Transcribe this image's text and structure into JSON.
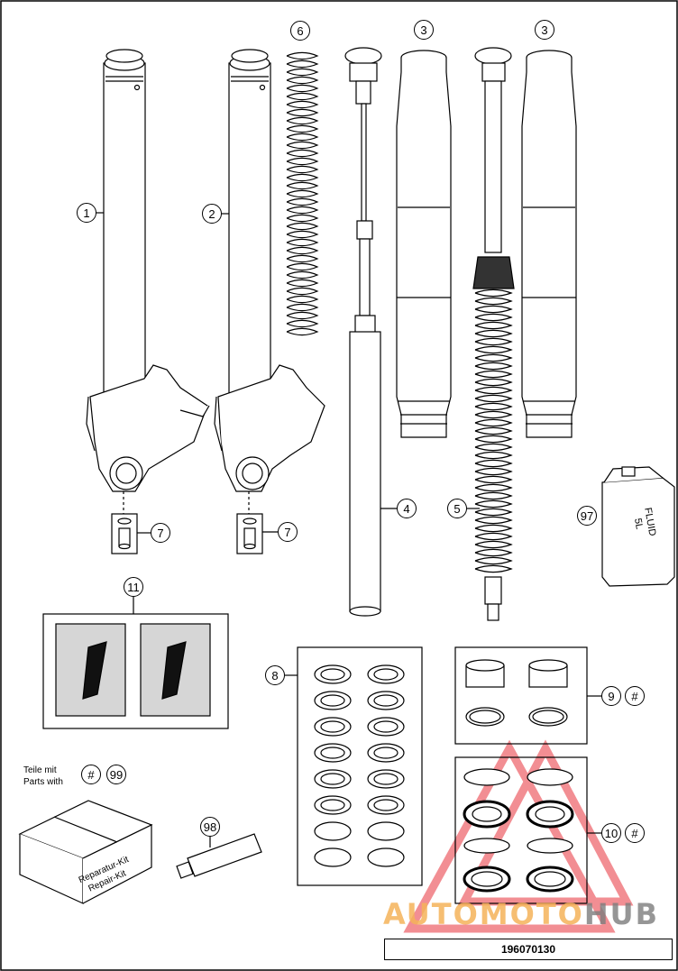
{
  "diagram": {
    "callouts": {
      "c1": "1",
      "c2": "2",
      "c3a": "3",
      "c3b": "3",
      "c4": "4",
      "c5": "5",
      "c6": "6",
      "c7a": "7",
      "c7b": "7",
      "c8": "8",
      "c9": "9",
      "c9hash": "#",
      "c10": "10",
      "c10hash": "#",
      "c11": "11",
      "c97": "97",
      "c98": "98",
      "c99": "99",
      "c99hash": "#"
    },
    "note": {
      "line1": "Teile mit",
      "line2": "Parts with"
    },
    "box_label": {
      "line1": "Reparatur-Kit",
      "line2": "Repair-Kit"
    },
    "can_label": {
      "line1": "FLUID",
      "line2": "5L"
    },
    "part_number": "196070130"
  },
  "watermark": {
    "part1": "AUTO",
    "part2": "MOTO",
    "part3": "HUB",
    "color_a": "#f5b35a",
    "color_b": "#7d7d7d",
    "triangle_color": "#e8333c"
  }
}
